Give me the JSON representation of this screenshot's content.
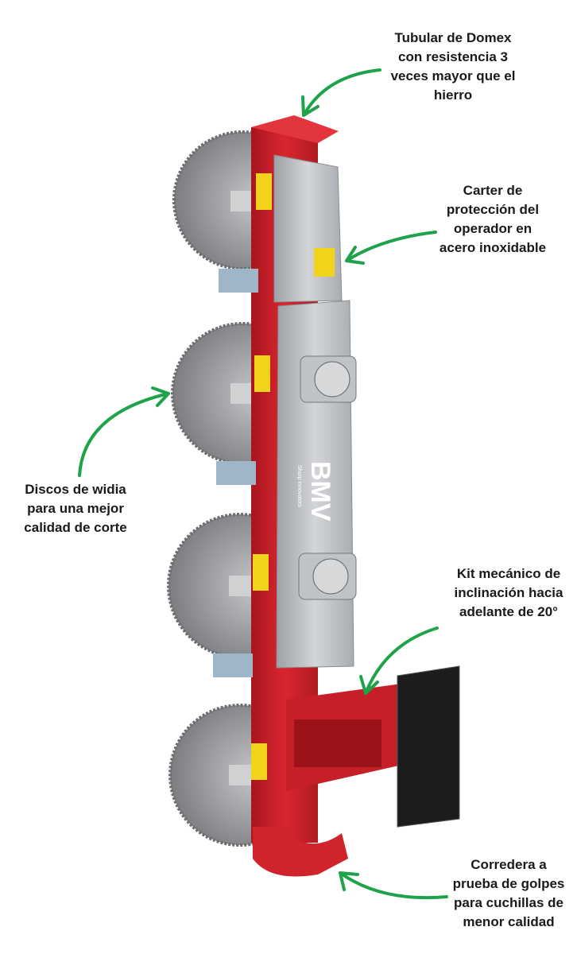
{
  "annotations": {
    "tube": [
      "Tubular de Domex",
      "con resistencia 3",
      "veces mayor que el",
      "hierro"
    ],
    "carter": [
      "Carter de",
      "protección del",
      "operador en",
      "acero inoxidable"
    ],
    "discs": [
      "Discos de widia",
      "para una mejor",
      "calidad de corte"
    ],
    "kit": [
      "Kit mecánico de",
      "inclinación hacia",
      "adelante de 20°"
    ],
    "slide": [
      "Corredera a",
      "prueba de golpes",
      "para cuchillas de",
      "menor calidad"
    ]
  },
  "logo": "BMV",
  "logo_tagline": "Sharp innovators",
  "colors": {
    "frame_red": "#c8202a",
    "arrow_green": "#1fa34a",
    "steel": "#b9bcc0",
    "blade": "#8f8f92"
  }
}
